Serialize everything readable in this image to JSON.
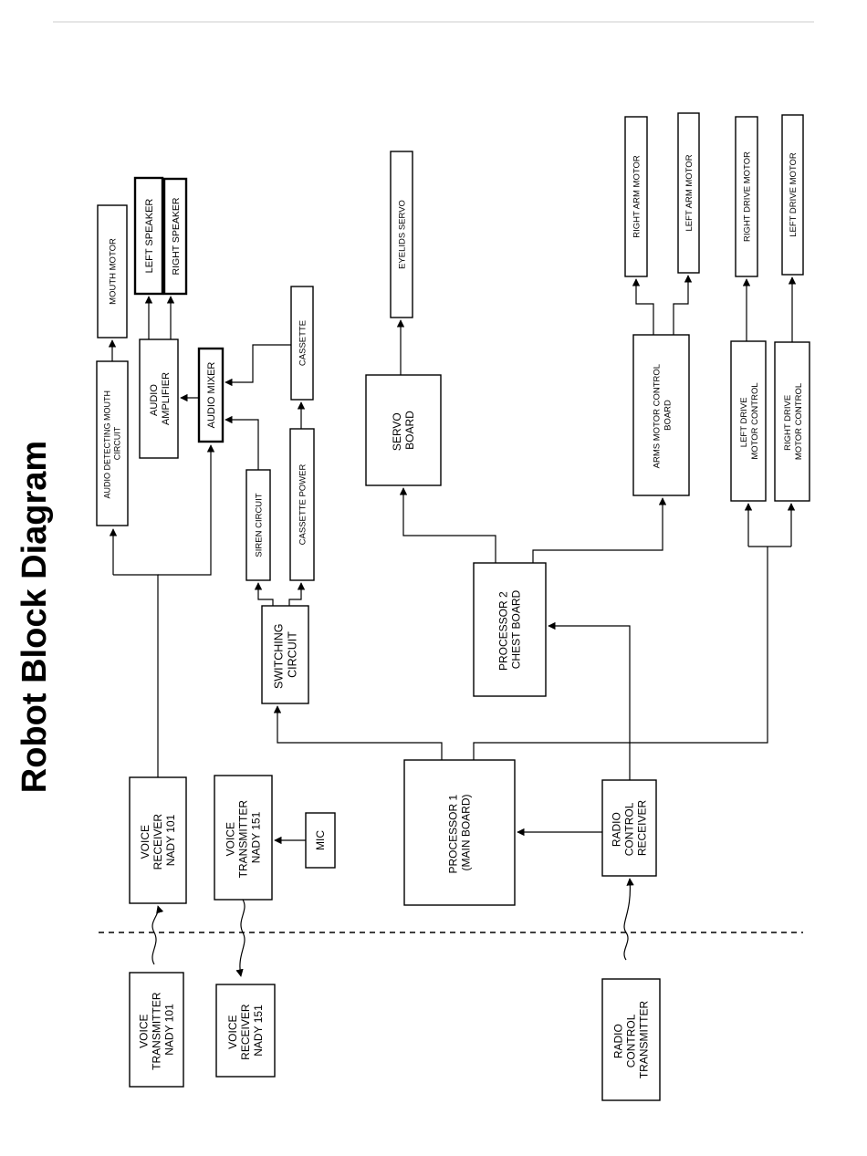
{
  "title": "Robot Block Diagram",
  "blocks": {
    "mouth_motor": [
      "MOUTH MOTOR"
    ],
    "left_speaker": [
      "LEFT SPEAKER"
    ],
    "right_speaker": [
      "RIGHT SPEAKER"
    ],
    "audio_detecting": [
      "AUDIO DETECTING MOUTH",
      "CIRCUIT"
    ],
    "audio_amplifier": [
      "AUDIO",
      "AMPLIFIER"
    ],
    "audio_mixer": [
      "AUDIO MIXER"
    ],
    "cassette": [
      "CASSETTE"
    ],
    "siren_circuit": [
      "SIREN CIRCUIT"
    ],
    "cassette_power": [
      "CASSETTE POWER"
    ],
    "switching_circuit": [
      "SWITCHING",
      "CIRCUIT"
    ],
    "eyelids_servo": [
      "EYELIDS SERVO"
    ],
    "servo_board": [
      "SERVO",
      "BOARD"
    ],
    "processor2": [
      "PROCESSOR 2",
      "CHEST BOARD"
    ],
    "processor1": [
      "PROCESSOR 1",
      "(MAIN BOARD)"
    ],
    "right_arm_motor": [
      "RIGHT ARM MOTOR"
    ],
    "left_arm_motor": [
      "LEFT ARM MOTOR"
    ],
    "right_drive_motor": [
      "RIGHT DRIVE MOTOR"
    ],
    "left_drive_motor": [
      "LEFT DRIVE MOTOR"
    ],
    "arms_motor_control": [
      "ARMS MOTOR CONTROL",
      "BOARD"
    ],
    "left_drive_control": [
      "LEFT DRIVE",
      "MOTOR CONTROL"
    ],
    "right_drive_control": [
      "RIGHT DRIVE",
      "MOTOR CONTROL"
    ],
    "voice_receiver_101": [
      "VOICE",
      "RECEIVER",
      "NADY 101"
    ],
    "voice_transmitter_151": [
      "VOICE",
      "TRANSMITTER",
      "NADY 151"
    ],
    "mic": [
      "MIC"
    ],
    "radio_control_receiver": [
      "RADIO",
      "CONTROL",
      "RECEIVER"
    ],
    "voice_transmitter_101": [
      "VOICE",
      "TRANSMITTER",
      "NADY 101"
    ],
    "voice_receiver_151": [
      "VOICE",
      "RECEIVER",
      "NADY 151"
    ],
    "radio_control_transmitter": [
      "RADIO",
      "CONTROL",
      "TRANSMITTER"
    ]
  }
}
